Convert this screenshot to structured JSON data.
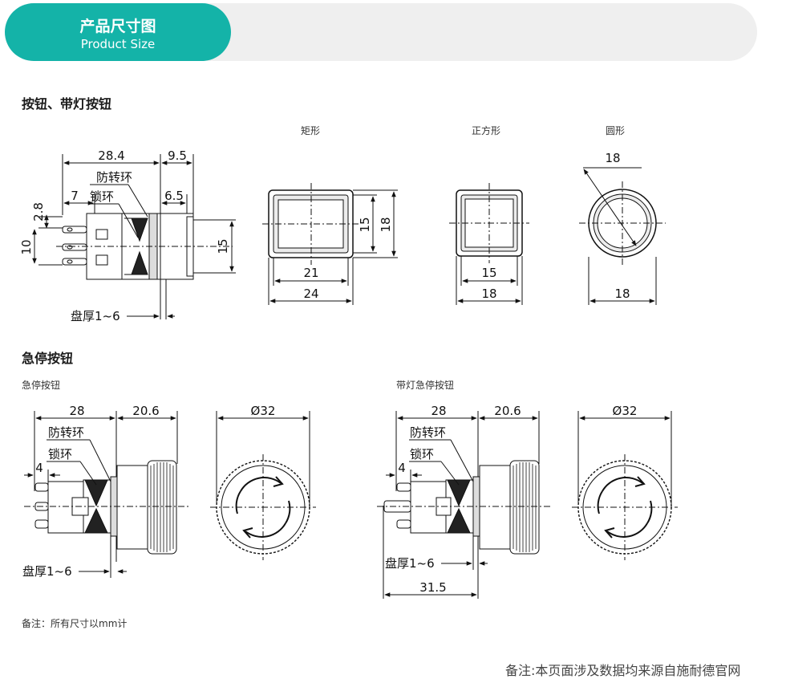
{
  "banner": {
    "title": "产品尺寸图",
    "subtitle": "Product Size"
  },
  "sections": {
    "pushbutton": "按钮、带灯按钮",
    "emergency": "急停按钮"
  },
  "captions": {
    "rect": "矩形",
    "square": "正方形",
    "round": "圆形",
    "emergency_plain": "急停按钮",
    "emergency_lit": "带灯急停按钮",
    "unit_note": "备注：所有尺寸以mm计"
  },
  "labels": {
    "anti_rotation_ring": "防转环",
    "lock_ring": "锁环",
    "panel_thickness": "盘厚1~6"
  },
  "dims": {
    "pb_len": "28.4",
    "pb_head": "9.5",
    "pb_pin": "7",
    "pb_flange": "6.5",
    "pb_2_8": "2.8",
    "pb_10": "10",
    "pb_15": "15",
    "rect_inner_w": "21",
    "rect_outer_w": "24",
    "rect_inner_h": "15",
    "rect_outer_h": "18",
    "sq_inner": "15",
    "sq_outer": "18",
    "round_top": "18",
    "round_bottom": "18",
    "es_len": "28",
    "es_head": "20.6",
    "es_pin": "4",
    "es_dia": "Ø32",
    "esl_total": "31.5"
  },
  "footer": {
    "source_note": "备注:本页面涉及数据均来源自施耐德官网"
  },
  "colors": {
    "accent": "#14b3a8",
    "banner_bg": "#efefef"
  }
}
